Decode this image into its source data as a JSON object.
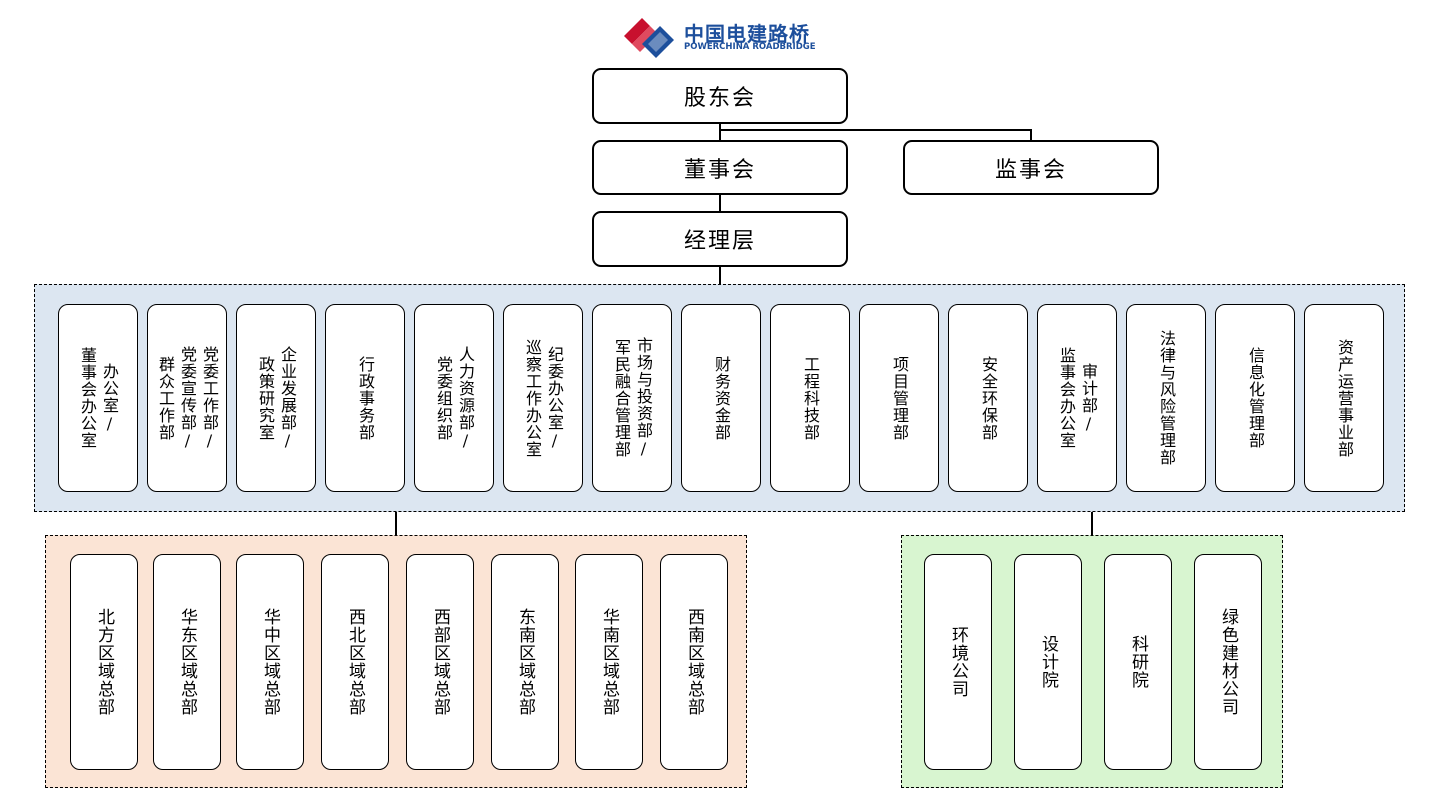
{
  "logo": {
    "name_cn": "中国电建路桥",
    "name_en": "POWERCHINA ROADBRIDGE",
    "colors": {
      "red": "#c8102e",
      "blue": "#1d4f9c"
    }
  },
  "top": {
    "shareholders": "股东会",
    "board": "董事会",
    "supervisors": "监事会",
    "management": "经理层"
  },
  "departments": [
    {
      "id": "board-office",
      "lines": [
        "办公室/",
        "董事会办公室"
      ]
    },
    {
      "id": "party-work",
      "lines": [
        "党委工作部/",
        "党委宣传部/",
        "群众工作部"
      ]
    },
    {
      "id": "enterprise-dev",
      "lines": [
        "企业发展部/",
        "政策研究室"
      ]
    },
    {
      "id": "admin-affairs",
      "lines": [
        "行政事务部"
      ]
    },
    {
      "id": "hr",
      "lines": [
        "人力资源部/",
        "党委组织部"
      ]
    },
    {
      "id": "discipline",
      "lines": [
        "纪委办公室/",
        "巡察工作办公室"
      ]
    },
    {
      "id": "market-invest",
      "lines": [
        "市场与投资部/",
        "军民融合管理部"
      ]
    },
    {
      "id": "finance",
      "lines": [
        "财务资金部"
      ]
    },
    {
      "id": "engineering-tech",
      "lines": [
        "工程科技部"
      ]
    },
    {
      "id": "project-mgmt",
      "lines": [
        "项目管理部"
      ]
    },
    {
      "id": "safety-env",
      "lines": [
        "安全环保部"
      ]
    },
    {
      "id": "audit",
      "lines": [
        "审计部/",
        "监事会办公室"
      ]
    },
    {
      "id": "legal-risk",
      "lines": [
        "法律与风险管理部"
      ]
    },
    {
      "id": "it-mgmt",
      "lines": [
        "信息化管理部"
      ]
    },
    {
      "id": "asset-ops",
      "lines": [
        "资产运营事业部"
      ]
    }
  ],
  "regions": [
    {
      "id": "north",
      "label": "北方区域总部"
    },
    {
      "id": "east-china",
      "label": "华东区域总部"
    },
    {
      "id": "central-china",
      "label": "华中区域总部"
    },
    {
      "id": "northwest",
      "label": "西北区域总部"
    },
    {
      "id": "west",
      "label": "西部区域总部"
    },
    {
      "id": "southeast",
      "label": "东南区域总部"
    },
    {
      "id": "south-china",
      "label": "华南区域总部"
    },
    {
      "id": "southwest",
      "label": "西南区域总部"
    }
  ],
  "subsidiaries": [
    {
      "id": "environment",
      "label": "环境公司"
    },
    {
      "id": "design",
      "label": "设计院"
    },
    {
      "id": "research",
      "label": "科研院"
    },
    {
      "id": "green-materials",
      "label": "绿色建材公司"
    }
  ],
  "colors": {
    "hq_panel": "#dce6f1",
    "regions_panel": "#fbe4d5",
    "subsidiaries_panel": "#d8f5d0"
  }
}
